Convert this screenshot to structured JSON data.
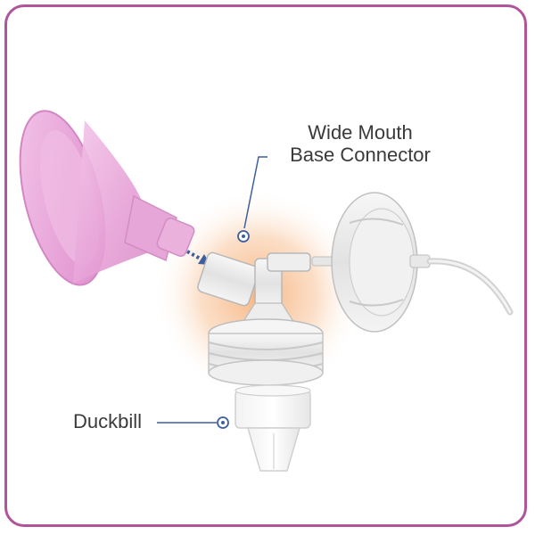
{
  "labels": {
    "wide_mouth_line1": "Wide Mouth",
    "wide_mouth_line2": "Base Connector",
    "duckbill": "Duckbill"
  },
  "colors": {
    "frame_border": "#b0559a",
    "flange_pink": "#e9a6d8",
    "glow_orange": "#f6b07a",
    "leader_line": "#3e5f9e",
    "text": "#3a3a3a"
  },
  "icons": [
    "callout-ring-icon",
    "arrow-icon"
  ]
}
